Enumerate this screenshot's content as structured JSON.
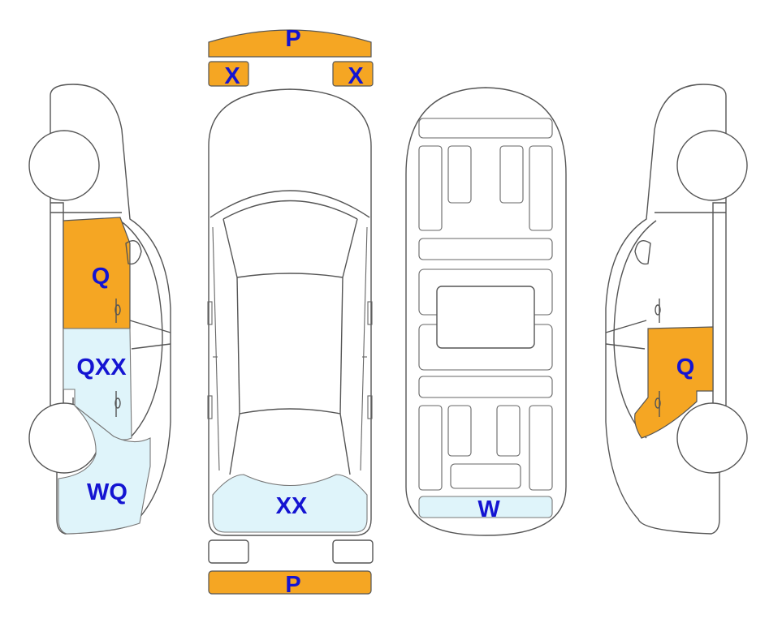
{
  "colors": {
    "orange": "#F5A623",
    "light_blue": "#DFF4FA",
    "text_blue": "#1414D2",
    "outline": "#555555"
  },
  "labels": {
    "front_bumper": "P",
    "headlight_left": "X",
    "headlight_right": "X",
    "rear_bumper": "P",
    "left_front_door": "Q",
    "left_rear_door": "QXX",
    "left_rear_quarter": "WQ",
    "top_rear_panel": "XX",
    "underbody_rear": "W",
    "right_rear_door": "Q"
  }
}
